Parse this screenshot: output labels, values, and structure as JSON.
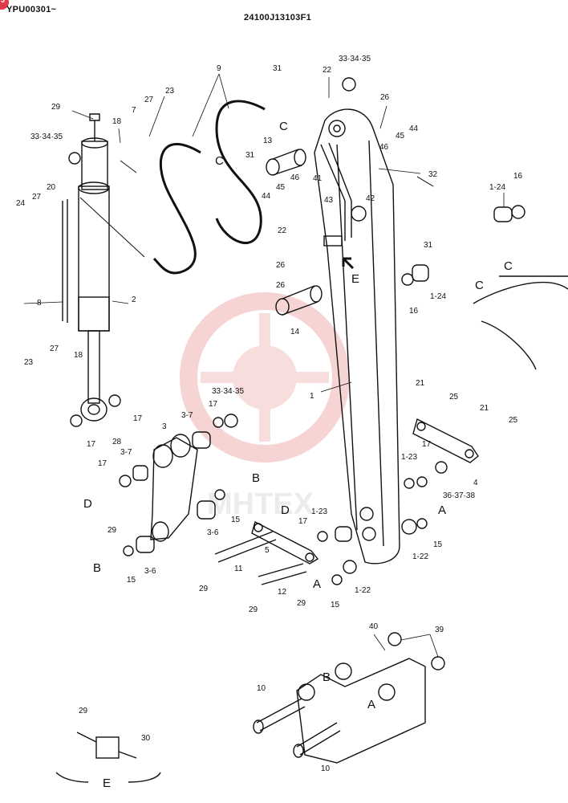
{
  "header": {
    "serial": "YPU00301~",
    "drawing_number": "24100J13103F1",
    "badge": "3"
  },
  "watermark": "MHTEX",
  "labels": {
    "p31_top": "31",
    "p9": "9",
    "p22_top": "22",
    "p33_top_right": "33·34·35",
    "p29_top": "29",
    "p18_top": "18",
    "p7": "7",
    "p27_top": "27",
    "p23_top": "23",
    "p33_left": "33·34·35",
    "p20": "20",
    "p24": "24",
    "p27_left": "27",
    "p8": "8",
    "p2": "2",
    "p23_bottom": "23",
    "p27_bottom": "27",
    "p18_bottom": "18",
    "p13": "13",
    "p31_mid": "31",
    "p26_top": "26",
    "p44_right": "44",
    "p45_right": "45",
    "p46_right": "46",
    "p46_mid": "46",
    "p45_mid": "45",
    "p44_mid": "44",
    "p41": "41",
    "p43": "43",
    "p42": "42",
    "p32": "32",
    "p31_right": "31",
    "p22_mid": "22",
    "p26_mid1": "26",
    "p26_mid2": "26",
    "p14": "14",
    "p1_24_top": "1-24",
    "p16_top": "16",
    "p16_mid": "16",
    "p1_24_mid": "1-24",
    "p1": "1",
    "p33_mid": "33·34·35",
    "p17_a": "17",
    "p3_7_a": "3-7",
    "p3": "3",
    "p17_left": "17",
    "p17_left2": "17",
    "p28": "28",
    "p3_7_b": "3-7",
    "p17_c": "17",
    "p29_left": "29",
    "p15_left": "15",
    "p3_6_left": "3-6",
    "p15_mid": "15",
    "p3_6_mid": "3-6",
    "p5": "5",
    "p11": "11",
    "p12": "12",
    "p29_mid1": "29",
    "p29_mid2": "29",
    "p29_mid3": "29",
    "p1_23_mid": "1-23",
    "p17_mid": "17",
    "p15_low": "15",
    "p1_22_low": "1-22",
    "p21_a": "21",
    "p25_a": "25",
    "p21_b": "21",
    "p25_b": "25",
    "p17_right": "17",
    "p1_23_right": "1-23",
    "p4": "4",
    "p36": "36·37·38",
    "p15_right": "15",
    "p1_22_right": "1-22",
    "p40": "40",
    "p39": "39",
    "p10_top": "10",
    "p10_bottom": "10",
    "p29_detail": "29",
    "p30": "30",
    "letter_C1": "C",
    "letter_C2": "C",
    "letter_C3": "C",
    "letter_C4": "C",
    "letter_E": "E",
    "letter_B1": "B",
    "letter_B2": "B",
    "letter_B3": "B",
    "letter_D1": "D",
    "letter_D2": "D",
    "letter_A1": "A",
    "letter_A2": "A",
    "letter_A3": "A",
    "detail_E": "E"
  }
}
